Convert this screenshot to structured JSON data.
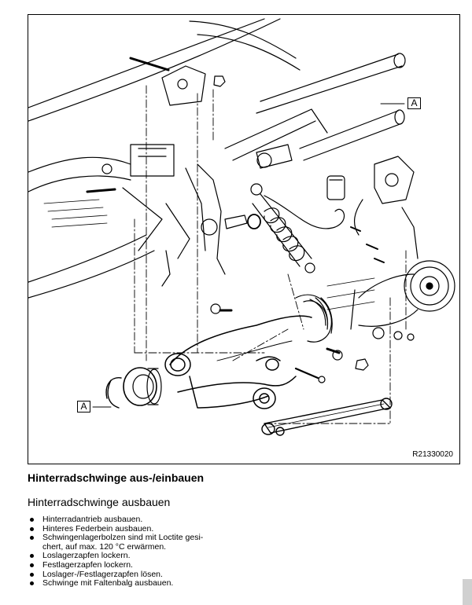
{
  "figure": {
    "callout_top": "A",
    "callout_bottom": "A",
    "figure_id": "R21330020"
  },
  "section": {
    "title": "Hinterradschwinge aus-/einbauen",
    "subtitle": "Hinterradschwinge ausbauen",
    "steps": [
      "Hinterradantrieb ausbauen.",
      "Hinteres Federbein ausbauen.",
      "Schwingenlagerbolzen sind mit Loctite gesi-",
      "chert, auf max. 120 °C erwärmen.",
      "Loslagerzapfen lockern.",
      "Festlagerzapfen lockern.",
      "Loslager-/Festlagerzapfen lösen.",
      "Schwinge mit Faltenbalg ausbauen."
    ],
    "step_bullets": [
      true,
      true,
      true,
      false,
      true,
      true,
      true,
      true
    ]
  }
}
